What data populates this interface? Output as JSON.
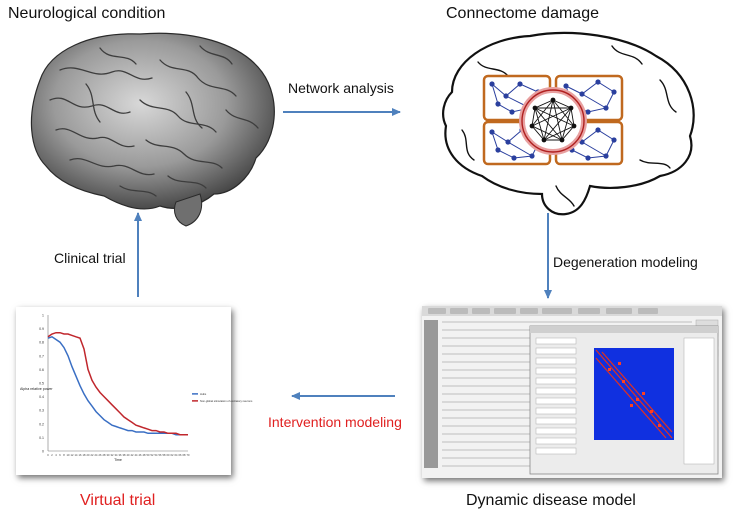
{
  "labels": {
    "neurological_condition": "Neurological condition",
    "connectome_damage": "Connectome damage",
    "network_analysis": "Network analysis",
    "degeneration_modeling": "Degeneration modeling",
    "dynamic_disease_model": "Dynamic disease model",
    "intervention_modeling": "Intervention modeling",
    "virtual_trial": "Virtual trial",
    "clinical_trial": "Clinical trial"
  },
  "colors": {
    "arrow": "#4f81bd",
    "highlight_red": "#e02020",
    "network_box": "#c0691f",
    "node_blue": "#2a3f9e"
  },
  "chart_data": {
    "type": "line",
    "title": "",
    "xlabel": "Time",
    "ylabel": "Alpha relative power",
    "ylim": [
      0,
      1
    ],
    "yticks": [
      "0",
      "0.1",
      "0.2",
      "0.3",
      "0.4",
      "0.5",
      "0.6",
      "0.7",
      "0.8",
      "0.9",
      "1"
    ],
    "series": [
      {
        "name": "Hubs",
        "color": "#3a6fc4",
        "x": [
          0,
          2,
          4,
          6,
          8,
          10,
          12,
          14,
          16,
          18,
          20,
          22,
          24,
          26,
          28,
          30,
          32,
          34,
          36,
          38,
          40,
          42,
          44,
          46,
          48,
          50,
          52,
          54,
          56,
          58,
          60,
          62,
          64,
          66,
          68,
          70
        ],
        "values": [
          0.83,
          0.84,
          0.82,
          0.8,
          0.76,
          0.7,
          0.62,
          0.55,
          0.48,
          0.42,
          0.37,
          0.33,
          0.29,
          0.26,
          0.23,
          0.21,
          0.19,
          0.18,
          0.17,
          0.16,
          0.15,
          0.15,
          0.14,
          0.14,
          0.14,
          0.13,
          0.13,
          0.13,
          0.13,
          0.13,
          0.13,
          0.13,
          0.12,
          0.12,
          0.12,
          0.12
        ]
      },
      {
        "name": "Non-global stimulation of excitatory neurons",
        "color": "#c0272d",
        "x": [
          0,
          2,
          4,
          6,
          8,
          10,
          12,
          14,
          16,
          18,
          20,
          22,
          24,
          26,
          28,
          30,
          32,
          34,
          36,
          38,
          40,
          42,
          44,
          46,
          48,
          50,
          52,
          54,
          56,
          58,
          60,
          62,
          64,
          66,
          68,
          70
        ],
        "values": [
          0.84,
          0.86,
          0.87,
          0.87,
          0.86,
          0.86,
          0.85,
          0.84,
          0.83,
          0.75,
          0.6,
          0.52,
          0.47,
          0.43,
          0.4,
          0.37,
          0.34,
          0.31,
          0.28,
          0.25,
          0.23,
          0.21,
          0.19,
          0.18,
          0.17,
          0.16,
          0.15,
          0.15,
          0.14,
          0.14,
          0.13,
          0.13,
          0.13,
          0.12,
          0.12,
          0.12
        ]
      }
    ],
    "legend": "right"
  }
}
